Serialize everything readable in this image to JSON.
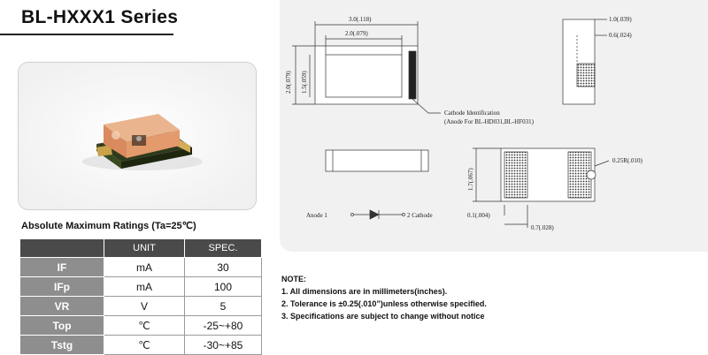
{
  "header": {
    "title": "BL-HXXX1 Series"
  },
  "ratings": {
    "title": "Absolute Maximum Ratings (Ta=25℃)",
    "columns": [
      "",
      "UNIT",
      "SPEC."
    ],
    "rows": [
      {
        "param": "IF",
        "unit": "mA",
        "spec": "30"
      },
      {
        "param": "IFp",
        "unit": "mA",
        "spec": "100"
      },
      {
        "param": "VR",
        "unit": "V",
        "spec": "5"
      },
      {
        "param": "Top",
        "unit": "℃",
        "spec": "-25~+80"
      },
      {
        "param": "Tstg",
        "unit": "℃",
        "spec": "-30~+85"
      }
    ]
  },
  "drawing": {
    "dim_length": "3.0(.118)",
    "dim_inner_length": "2.0(.079)",
    "dim_height": "2.0(.079)",
    "dim_inner_height": "1.5(.059)",
    "dim_side_width": "1.0(.039)",
    "dim_side_inner": "0.6(.024)",
    "cathode_id_line1": "Cathode Identification",
    "cathode_id_line2": "(Anode For BL-HD031,BL-HF031)",
    "dim_radius": "0.25R(.010)",
    "dim_pad_height": "1.7(.067)",
    "dim_gap": "0.1(.004)",
    "dim_pad_width": "0.7(.028)",
    "anode_label": "Anode 1",
    "cathode_label": "2 Cathode"
  },
  "notes": {
    "title": "NOTE:",
    "items": [
      "1. All dimensions are in millimeters(inches).",
      "2. Tolerance is ±0.25(.010”)unless otherwise specified.",
      "3. Specifications are subject to change without notice"
    ]
  }
}
